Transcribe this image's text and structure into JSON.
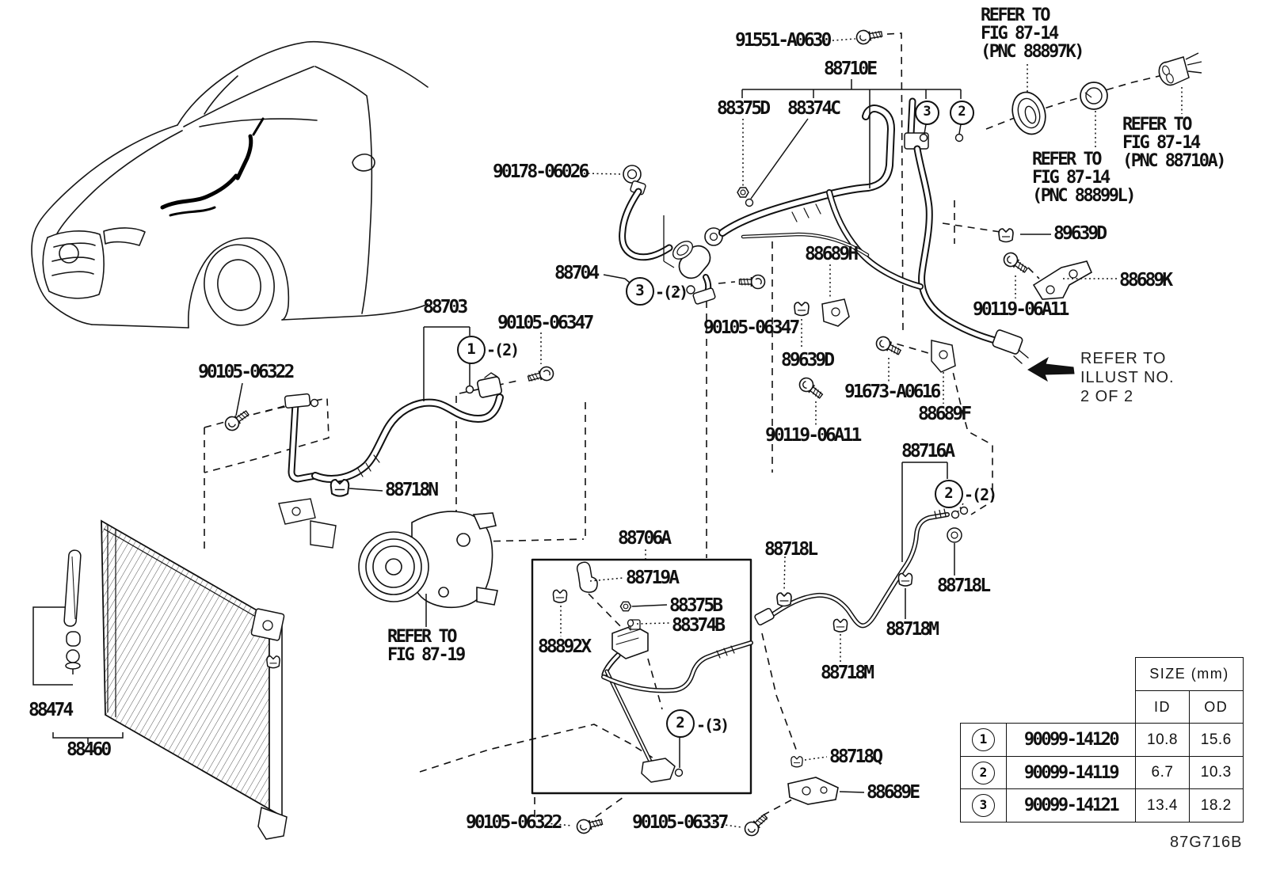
{
  "figure": {
    "drawing_code": "87G716B",
    "labels": {
      "l91551": "91551-A0630",
      "l88710e": "88710E",
      "l88375d": "88375D",
      "l88374c": "88374C",
      "l90178": "90178-06026",
      "l88704": "88704",
      "l88703": "88703",
      "l06347a": "90105-06347",
      "l06347b": "90105-06347",
      "l06322a": "90105-06322",
      "l06322b": "90105-06322",
      "l06337": "90105-06337",
      "l88718n": "88718N",
      "l88689h": "88689H",
      "l89639d_m": "89639D",
      "l89639d_r": "89639D",
      "l88689k": "88689K",
      "l90119a": "90119-06A11",
      "l90119b": "90119-06A11",
      "l91673": "91673-A0616",
      "l88689f": "88689F",
      "l88716a": "88716A",
      "l88718l_a": "88718L",
      "l88718l_b": "88718L",
      "l88718m_a": "88718M",
      "l88718m_b": "88718M",
      "l88718q": "88718Q",
      "l88689e": "88689E",
      "l88706a": "88706A",
      "l88719a": "88719A",
      "l88375b": "88375B",
      "l88374b": "88374B",
      "l88892x": "88892X",
      "l88474": "88474",
      "l88460": "88460"
    },
    "refer_notes": {
      "n88897k": {
        "l1": "REFER TO",
        "l2": "FIG 87-14",
        "l3": "(PNC 88897K)"
      },
      "n88899l": {
        "l1": "REFER TO",
        "l2": "FIG 87-14",
        "l3": "(PNC 88899L)"
      },
      "n88710a": {
        "l1": "REFER TO",
        "l2": "FIG 87-14",
        "l3": "(PNC 88710A)"
      },
      "n8719": {
        "l1": "REFER TO",
        "l2": "FIG 87-19"
      },
      "illust": {
        "l1": "REFER TO",
        "l2": "ILLUST NO.",
        "l3": "2 OF 2"
      }
    },
    "callouts": {
      "c1": {
        "num": "1",
        "qty": "-(2)"
      },
      "c3a": {
        "num": "3"
      },
      "c2a": {
        "num": "2"
      },
      "c3b": {
        "num": "3",
        "qty": "-(2)"
      },
      "c2b": {
        "num": "2",
        "qty": "-(2)"
      },
      "c2c": {
        "num": "2",
        "qty": "-(3)"
      }
    },
    "size_table": {
      "title": "SIZE (mm)",
      "col_id": "ID",
      "col_od": "OD",
      "rows": [
        {
          "num": "1",
          "part": "90099-14120",
          "id_mm": "10.8",
          "od_mm": "15.6"
        },
        {
          "num": "2",
          "part": "90099-14119",
          "id_mm": "6.7",
          "od_mm": "10.3"
        },
        {
          "num": "3",
          "part": "90099-14121",
          "id_mm": "13.4",
          "od_mm": "18.2"
        }
      ]
    }
  }
}
